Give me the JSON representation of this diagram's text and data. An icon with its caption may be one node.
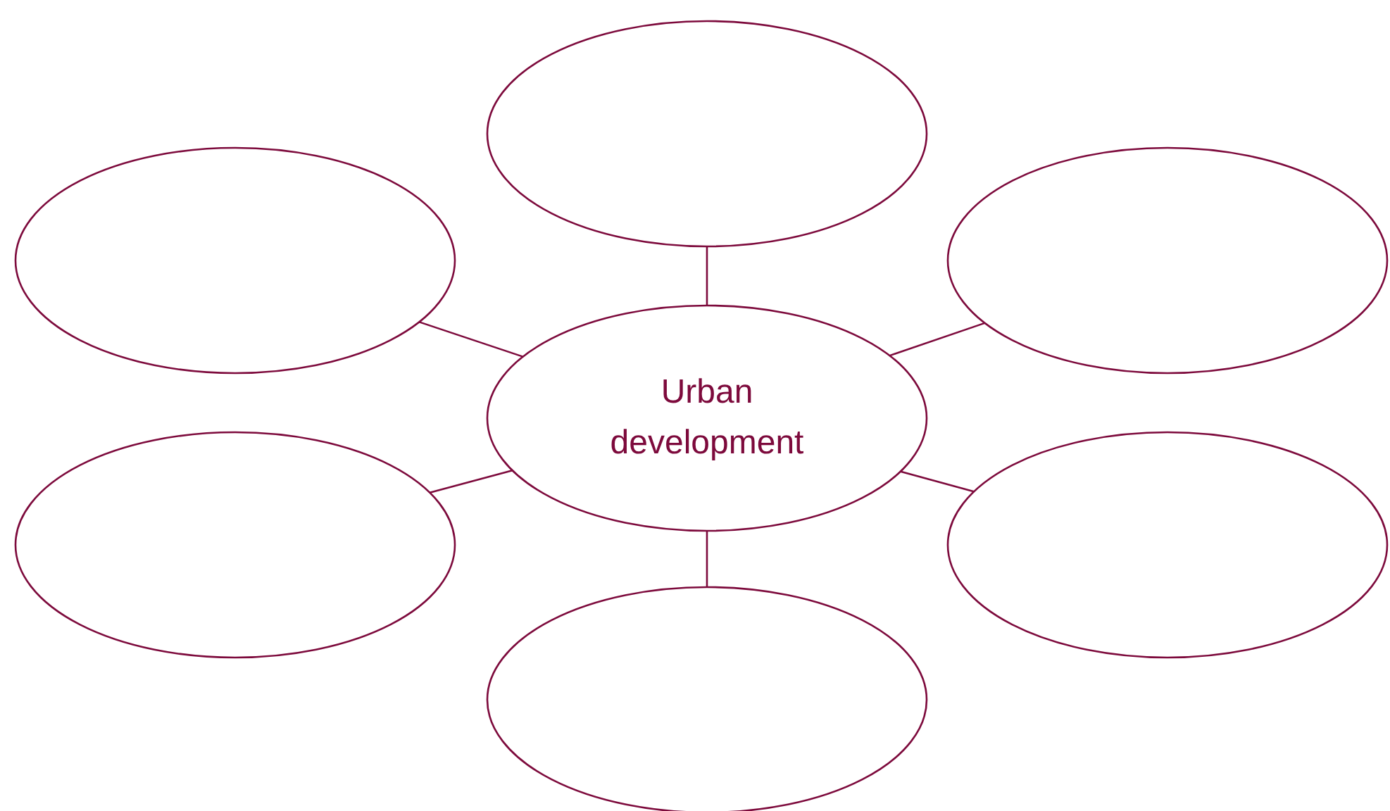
{
  "diagram": {
    "nodes": [
      {
        "text": [],
        "shape": "ellipse"
      },
      {
        "text": [],
        "shape": "ellipse"
      },
      {
        "text": [],
        "shape": "ellipse"
      },
      {
        "text": [
          "Urban development"
        ]
      },
      {
        "text": [],
        "shape": "ellipse"
      },
      {
        "text": [],
        "shape": "ellipse"
      },
      {
        "text": [],
        "shape": "ellipse"
      }
    ],
    "edges": [
      {
        "from": 3,
        "to": 0,
        "arrow": "none"
      },
      {
        "from": 3,
        "to": 1,
        "arrow": "none"
      },
      {
        "from": 3,
        "to": 2,
        "arrow": "none"
      },
      {
        "from": 3,
        "to": 4,
        "arrow": "none"
      },
      {
        "from": 3,
        "to": 5,
        "arrow": "none"
      },
      {
        "from": 3,
        "to": 6,
        "arrow": "none"
      }
    ]
  }
}
